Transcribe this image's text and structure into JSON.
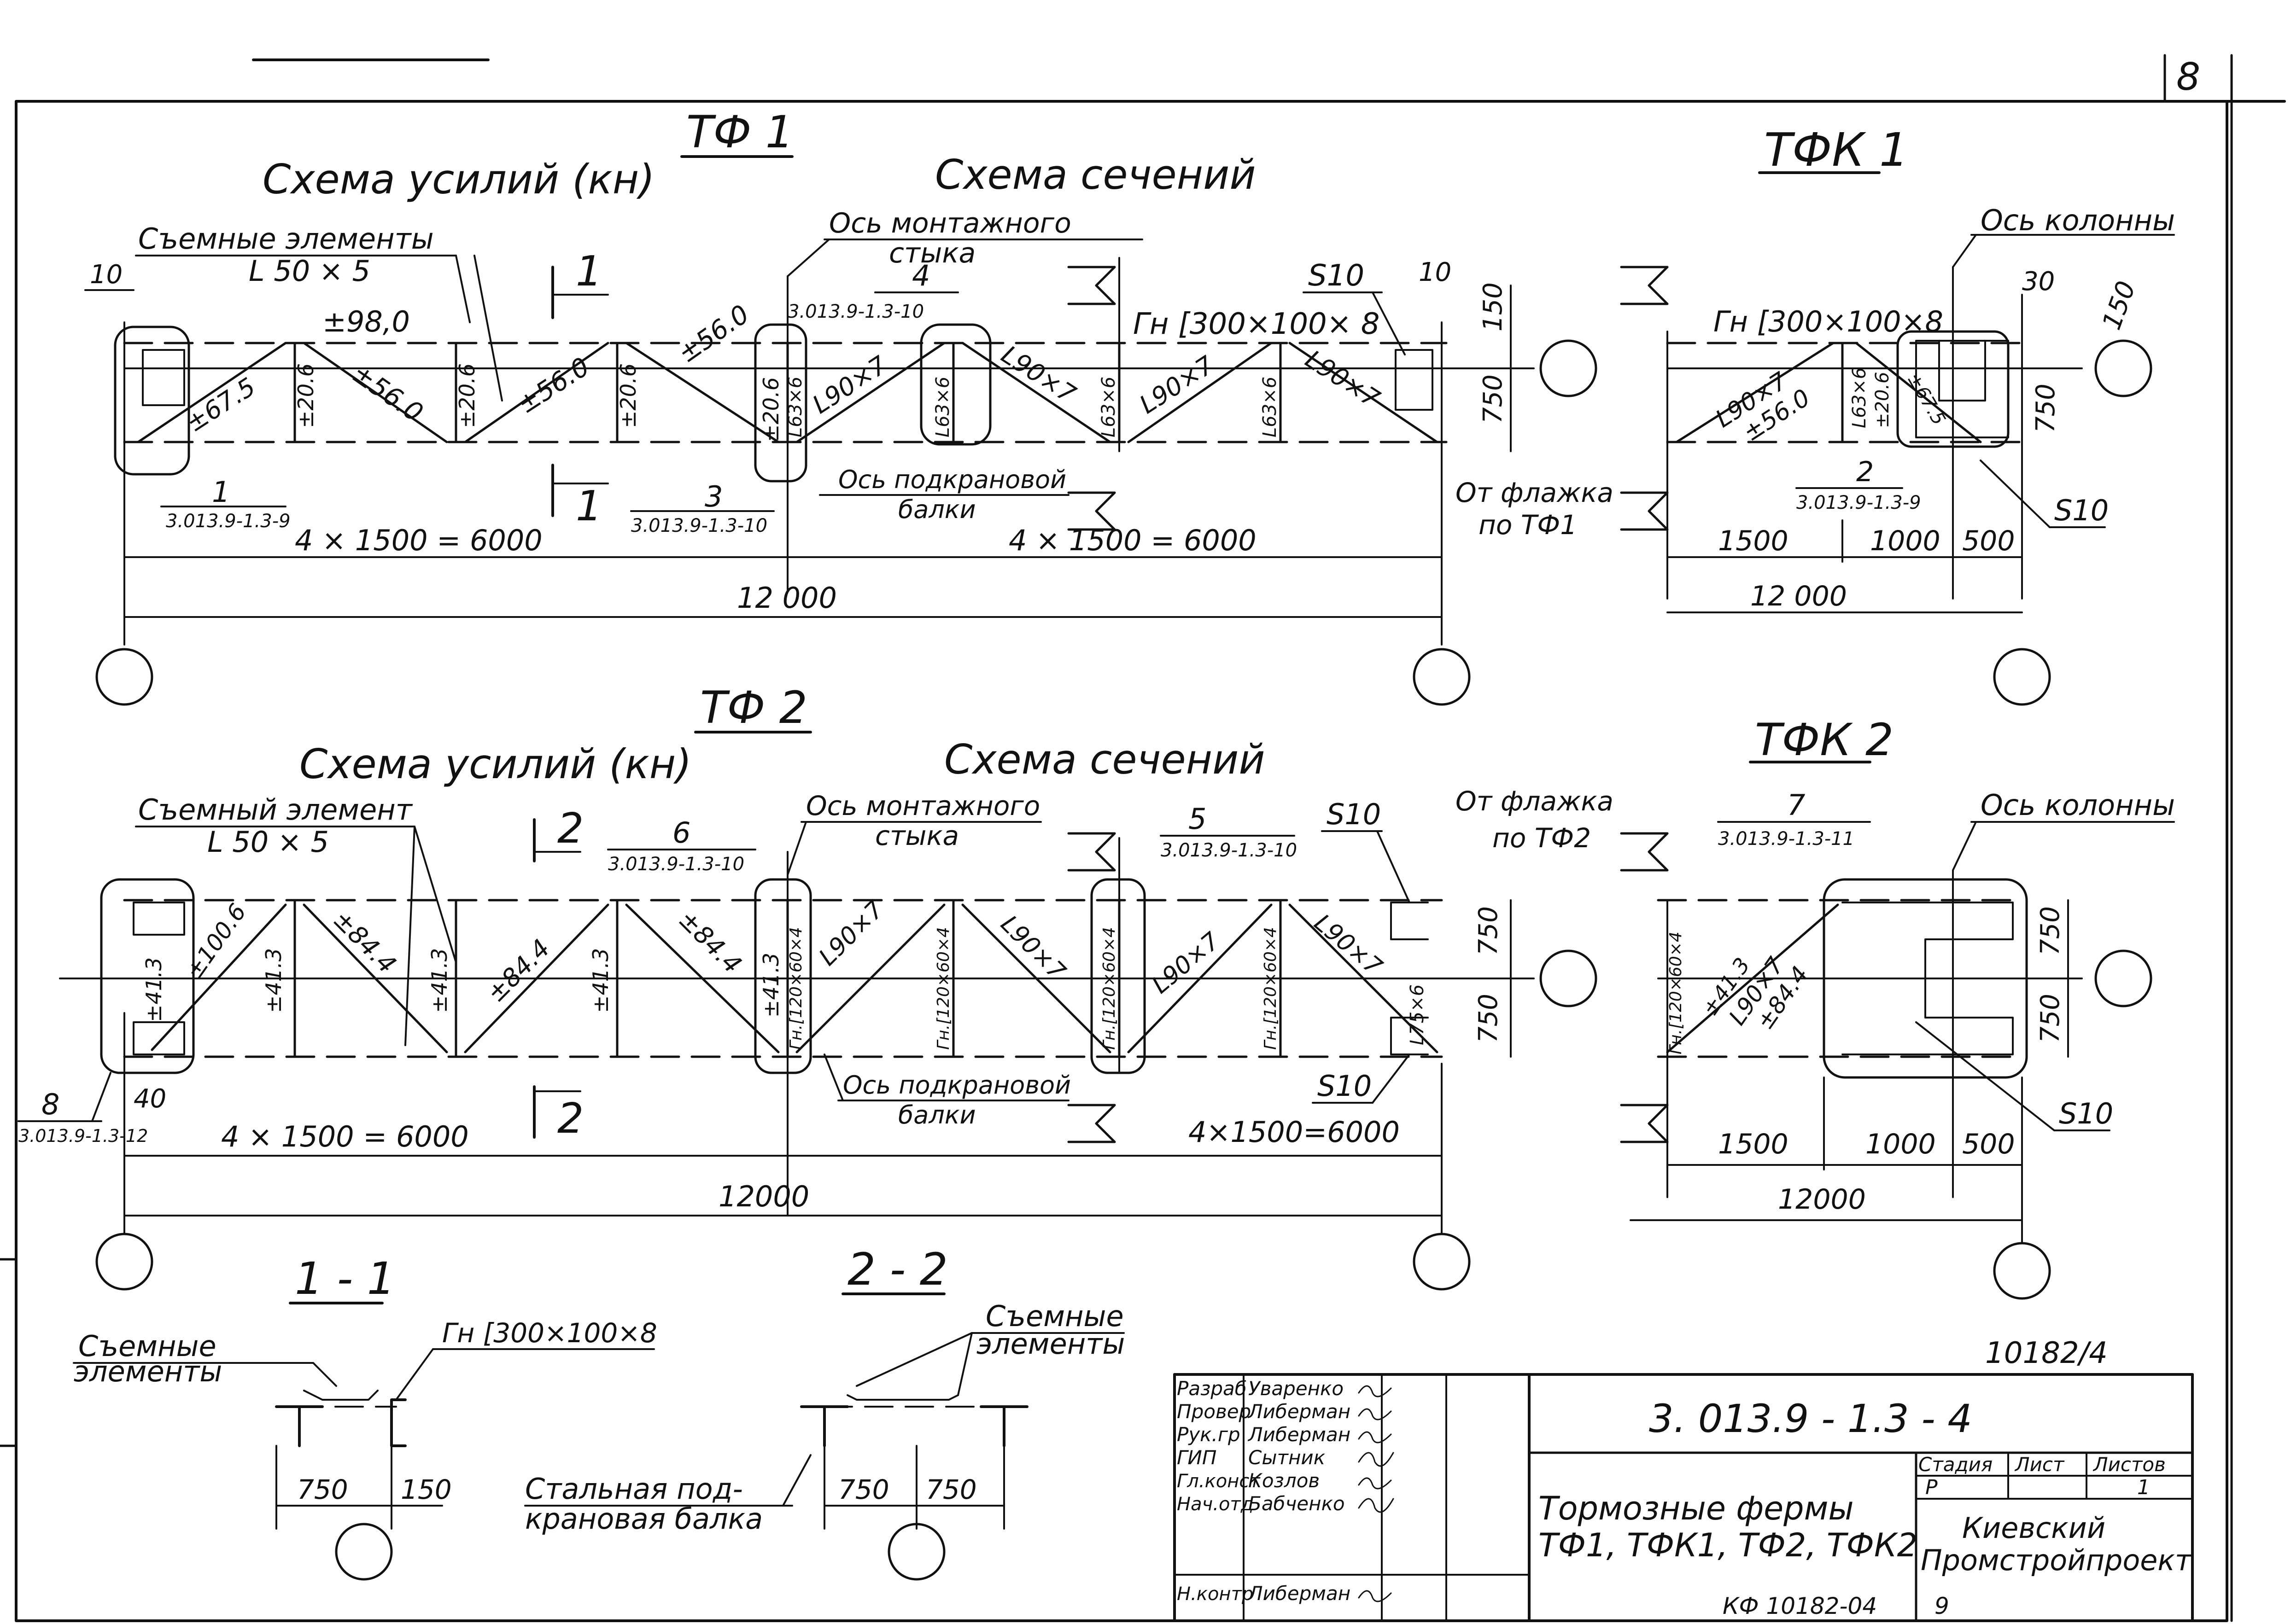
{
  "sheet": {
    "number": "8",
    "archive": "10182/4",
    "bottom_stamp": "КФ 10182-04",
    "bottom_page": "9"
  },
  "tf1": {
    "title": "ТФ 1",
    "forces_title": "Схема усилий (кн)",
    "sections_title": "Схема сечений",
    "removable_label": "Съемные элементы",
    "removable_profile": "L 50 × 5",
    "assembly_axis": "Ось монтажного",
    "assembly_axis2": "стыка",
    "crane_beam_axis": "Ось подкрановой",
    "crane_beam_axis2": "балки",
    "section_mark": "1",
    "chord_profile": "Гн [300×100× 8",
    "plate": "S10",
    "dim_10a": "10",
    "dim_10b": "10",
    "dim_150": "150",
    "dim_750": "750",
    "force_top": "±98,0",
    "forces": [
      "±67.5",
      "±20.6",
      "±56.0",
      "±20.6",
      "±56.0",
      "±20.6",
      "±56.0",
      "±20.6"
    ],
    "sections": [
      "L63×6",
      "L90×7",
      "L63×6",
      "L90×7",
      "L63×6",
      "L90×7",
      "L63×6",
      "L90×7"
    ],
    "node1_no": "1",
    "node1_ref": "3.013.9-1.3-9",
    "node3_no": "3",
    "node3_ref": "3.013.9-1.3-10",
    "node4_no": "4",
    "node4_ref": "3.013.9-1.3-10",
    "span_left": "4 × 1500 = 6000",
    "span_right": "4 × 1500 = 6000",
    "span_total": "12 000",
    "flag_note1": "От флажка",
    "flag_note2": "по ТФ1"
  },
  "tfk1": {
    "title": "ТФК 1",
    "column_axis": "Ось колонны",
    "chord_profile": "Гн [300×100×8",
    "dim_30": "30",
    "dim_150": "150",
    "dim_750": "750",
    "members": [
      "L90×7",
      "±56.0",
      "L63×6",
      "±20.6",
      "±67.5"
    ],
    "node2_no": "2",
    "node2_ref": "3.013.9-1.3-9",
    "plate": "S10",
    "dims": [
      "1500",
      "1000",
      "500"
    ],
    "total": "12 000"
  },
  "tf2": {
    "title": "ТФ 2",
    "forces_title": "Схема усилий (кн)",
    "sections_title": "Схема сечений",
    "removable_label": "Съемный элемент",
    "removable_profile": "L 50 × 5",
    "assembly_axis": "Ось монтажного",
    "assembly_axis2": "стыка",
    "crane_beam_axis": "Ось подкрановой",
    "crane_beam_axis2": "балки",
    "section_mark": "2",
    "node5_no": "5",
    "node5_ref": "3.013.9-1.3-10",
    "node6_no": "6",
    "node6_ref": "3.013.9-1.3-10",
    "node8_no": "8",
    "node8_ref": "3.013.9-1.3-12",
    "dim_40": "40",
    "plate_a": "S10",
    "plate_b": "S10",
    "dim_750a": "750",
    "dim_750b": "750",
    "forces": [
      "±41.3",
      "±100.6",
      "±41.3",
      "±84.4",
      "±41.3",
      "±84.4",
      "±41.3",
      "±84.4",
      "±41.3"
    ],
    "sections": [
      "Гн.[120×60×4",
      "L90×7",
      "Гн.[120×60×4",
      "L90×7",
      "Гн.[120×60×4",
      "L90×7",
      "Гн.[120×60×4",
      "L90×7",
      "L75×6"
    ],
    "span_left": "4 × 1500 = 6000",
    "span_right": "4×1500=6000",
    "span_total": "12000",
    "flag_note1": "От флажка",
    "flag_note2": "по ТФ2"
  },
  "tfk2": {
    "title": "ТФК 2",
    "column_axis": "Ось колонны",
    "node7_no": "7",
    "node7_ref": "3.013.9-1.3-11",
    "members": [
      "Гн.[120×60×4",
      "±41.3",
      "L90×7",
      "±84.4"
    ],
    "dim_750a": "750",
    "dim_750b": "750",
    "plate": "S10",
    "dims": [
      "1500",
      "1000",
      "500"
    ],
    "total": "12000"
  },
  "sect11": {
    "title": "1 - 1",
    "removable1": "Съемные",
    "removable2": "элементы",
    "chord": "Гн [300×100×8",
    "d750": "750",
    "d150": "150"
  },
  "sect22": {
    "title": "2 - 2",
    "removable1": "Съемные",
    "removable2": "элементы",
    "crane1": "Стальная под-",
    "crane2": "крановая балка",
    "d750a": "750",
    "d750b": "750"
  },
  "title_block": {
    "code": "3. 013.9 - 1.3 - 4",
    "roles": [
      "Разраб",
      "Провер",
      "Рук.гр",
      "ГИП",
      "Гл.конст",
      "Нач.отд",
      "Н.контр"
    ],
    "names": [
      "Уваренко",
      "Либерман",
      "Либерман",
      "Сытник",
      "Козлов",
      "Бабченко",
      "Либерман"
    ],
    "drawing_title1": "Тормозные фермы",
    "drawing_title2": "ТФ1, ТФК1, ТФ2, ТФК2",
    "col_stage": "Стадия",
    "col_sheet": "Лист",
    "col_sheets": "Листов",
    "stage": "Р",
    "sheets": "1",
    "org1": "Киевский",
    "org2": "Промстройпроект"
  }
}
